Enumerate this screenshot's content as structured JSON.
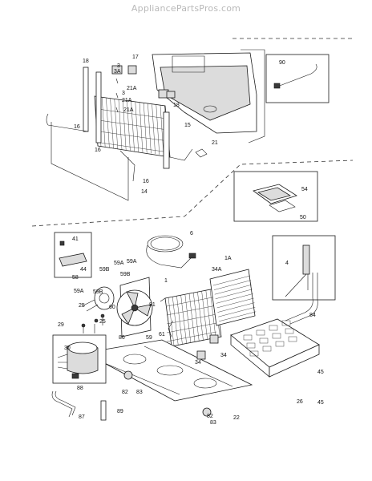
{
  "watermark": "AppliancePartsPros.com",
  "callouts": [
    "3",
    "3A",
    "18",
    "17",
    "90",
    "21A",
    "21A",
    "21A",
    "3",
    "18",
    "15",
    "16",
    "16",
    "16",
    "14",
    "21",
    "54",
    "50",
    "41",
    "44",
    "6",
    "1A",
    "59A",
    "59B",
    "59A",
    "59B",
    "58",
    "59A",
    "59B",
    "25",
    "60",
    "81",
    "1",
    "34A",
    "4",
    "29",
    "25",
    "86",
    "59",
    "61",
    "30",
    "88",
    "34",
    "34",
    "84",
    "45",
    "45",
    "82",
    "83",
    "26",
    "87",
    "89",
    "82",
    "83",
    "22"
  ]
}
